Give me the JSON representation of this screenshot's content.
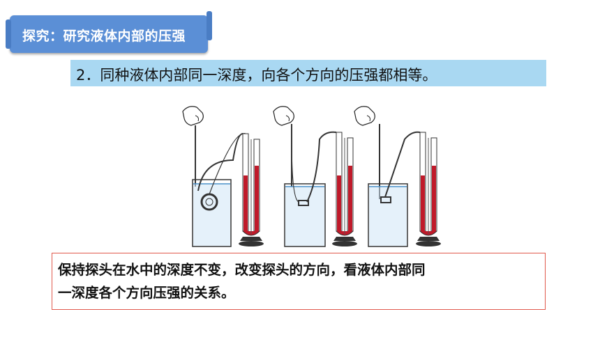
{
  "header": {
    "title": "探究：研究液体内部的压强"
  },
  "subheading": {
    "text": "2．同种液体内部同一深度，向各个方向的压强都相等。"
  },
  "figure": {
    "liquid_color": "#c01a2a",
    "water_color": "#9ccbe8"
  },
  "note": {
    "line1": "保持探头在水中的深度不变，改变探头的方向，看液体内部同",
    "line2": "一深度各个方向压强的关系。"
  }
}
